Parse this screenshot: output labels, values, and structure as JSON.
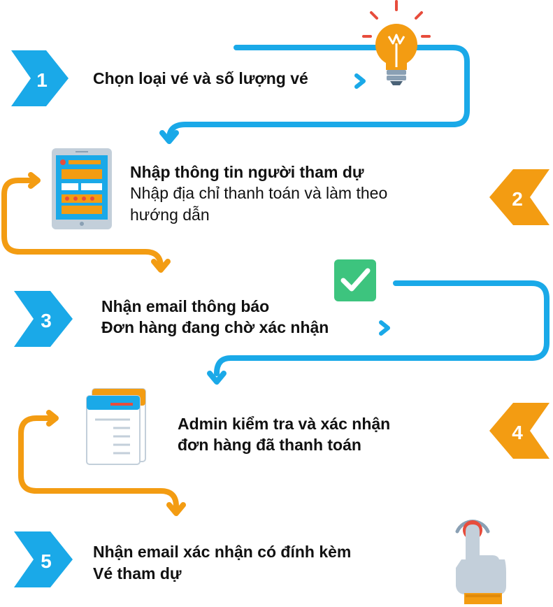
{
  "colors": {
    "blue": "#1aa9e8",
    "orange": "#f39c12",
    "green": "#3dc47e",
    "red": "#e74c3c"
  },
  "steps": [
    {
      "number": "1",
      "title": "Chọn loại vé và số lượng vé",
      "icon": "lightbulb-icon"
    },
    {
      "number": "2",
      "title": "Nhập thông tin người tham dự",
      "line2": "Nhập địa chỉ thanh toán và làm theo",
      "line3": "hướng dẫn",
      "icon": "tablet-form-icon"
    },
    {
      "number": "3",
      "title": "Nhận email thông báo",
      "line2": "Đơn hàng đang chờ xác nhận",
      "icon": "checkmark-icon"
    },
    {
      "number": "4",
      "title": "Admin kiểm tra và xác nhận",
      "line2": "đơn hàng đã thanh toán",
      "icon": "documents-icon"
    },
    {
      "number": "5",
      "title": "Nhận email xác nhận có đính kèm",
      "line2": "Vé tham dự",
      "icon": "finger-touch-icon"
    }
  ]
}
